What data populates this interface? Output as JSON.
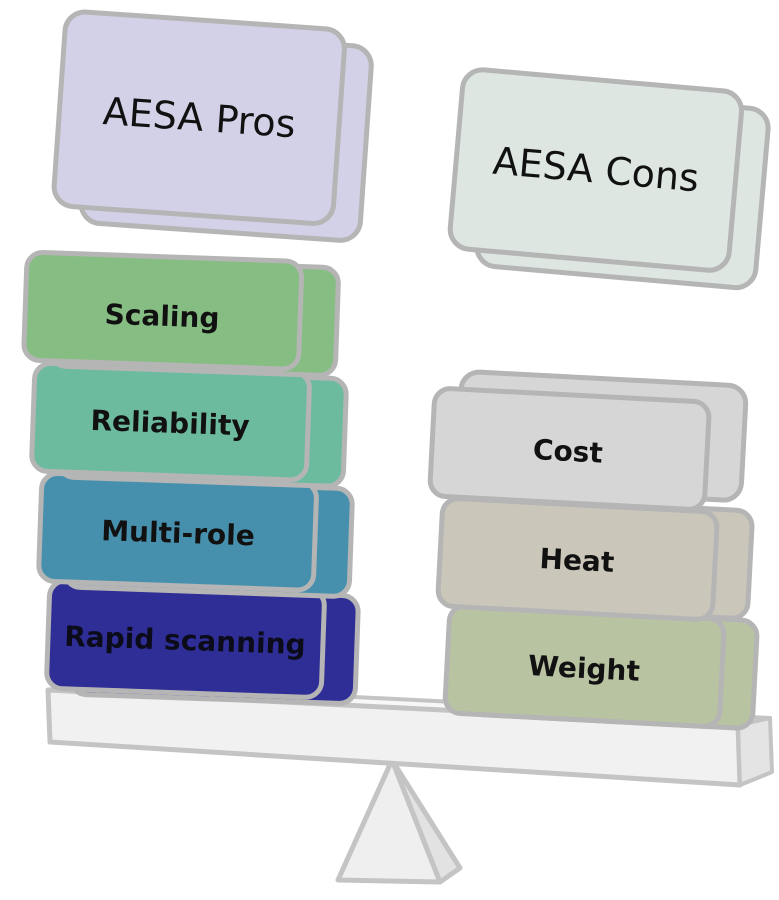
{
  "header_pros": {
    "label": "AESA Pros",
    "color": "#d3d1e7"
  },
  "header_cons": {
    "label": "AESA Cons",
    "color": "#dde6e1"
  },
  "pros": [
    {
      "label": "Scaling",
      "color": "#86bd82"
    },
    {
      "label": "Reliability",
      "color": "#6cbb9e"
    },
    {
      "label": "Multi-role",
      "color": "#4790ad"
    },
    {
      "label": "Rapid scanning",
      "color": "#2f2e96"
    }
  ],
  "cons": [
    {
      "label": "Cost",
      "color": "#d6d6d6"
    },
    {
      "label": "Heat",
      "color": "#cbc6ba"
    },
    {
      "label": "Weight",
      "color": "#b8c3a2"
    }
  ],
  "colors": {
    "block_outline": "#b5b5b5",
    "beam": "#f1f1f1",
    "fulcrum": "#efefef"
  }
}
